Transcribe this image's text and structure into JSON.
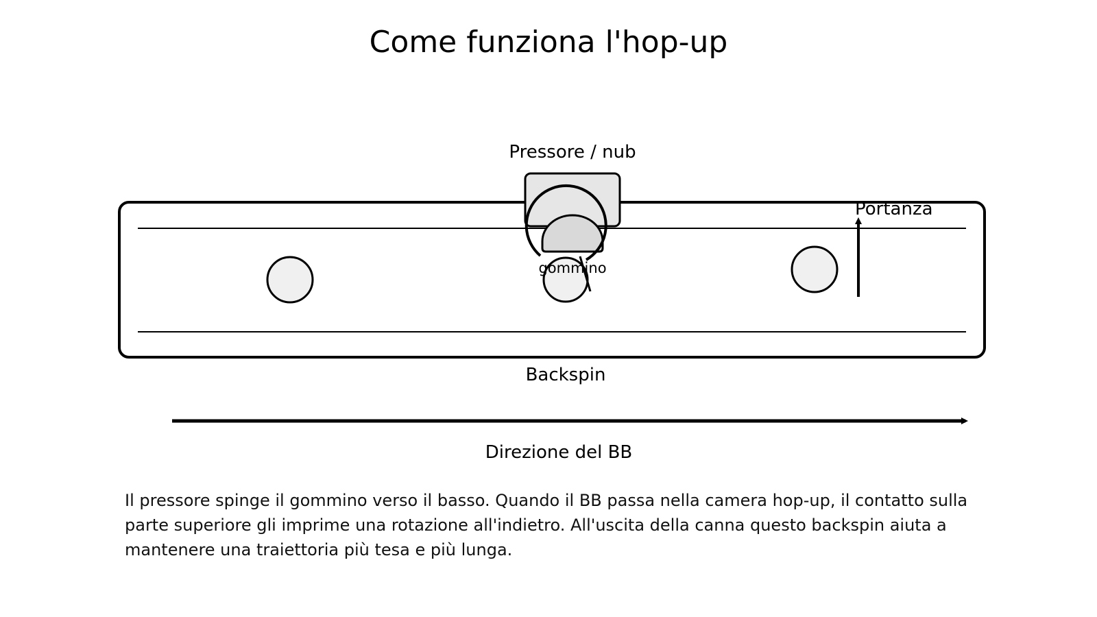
{
  "title": "Come funziona l'hop-up",
  "labels": {
    "pressore": "Pressore / nub",
    "portanza": "Portanza",
    "gommino": "gommino",
    "backspin": "Backspin",
    "direzione": "Direzione del BB"
  },
  "description": "Il pressore spinge il gommino verso il basso. Quando il BB passa nella camera hop-up, il contatto sulla parte superiore gli imprime una rotazione all'indietro. All'uscita della canna questo backspin aiuta a mantenere una traiettoria più tesa e più lunga.",
  "colors": {
    "stroke": "#000000",
    "bb_fill": "#f0f0f0",
    "nub_fill": "#e6e6e6",
    "rubber_fill": "#d9d9d9"
  }
}
